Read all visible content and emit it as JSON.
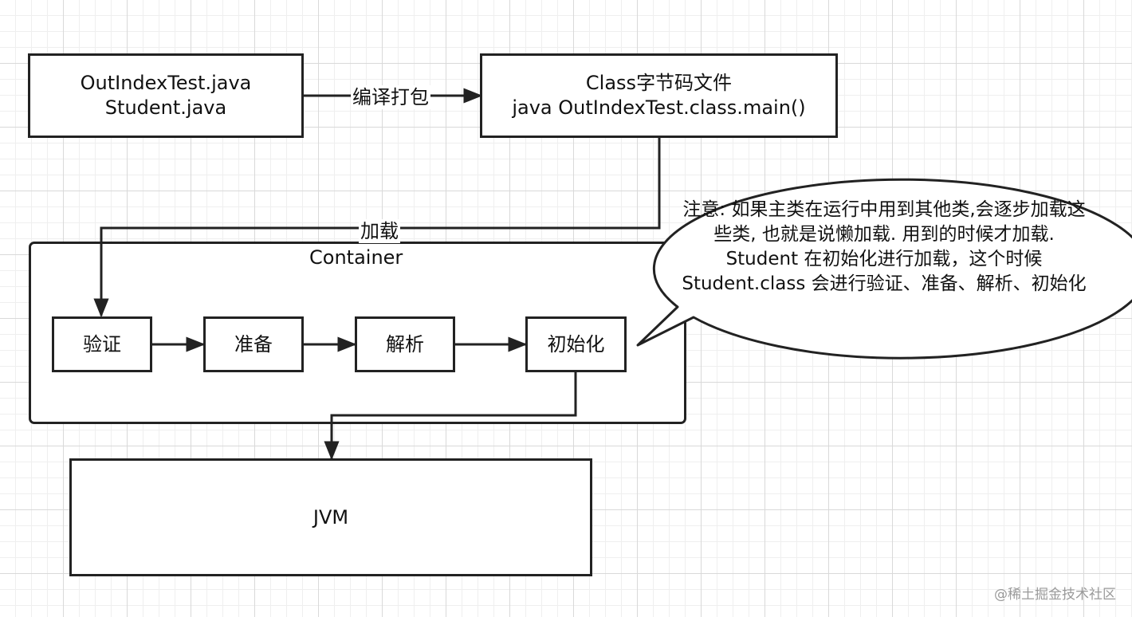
{
  "source_box": {
    "line1": "OutIndexTest.java",
    "line2": "Student.java"
  },
  "compile_label": "编译打包",
  "class_box": {
    "line1": "Class字节码文件",
    "line2": "java OutIndexTest.class.main()"
  },
  "load_label": "加载",
  "container": {
    "title": "Container",
    "steps": [
      "验证",
      "准备",
      "解析",
      "初始化"
    ]
  },
  "note": {
    "lines": [
      "注意: 如果主类在运行中用到其他类,会逐步加载这",
      "些类, 也就是说懒加载. 用到的时候才加载.",
      "Student 在初始化进行加载，这个时候",
      "Student.class 会进行验证、准备、解析、初始化"
    ]
  },
  "jvm_box": {
    "label": "JVM"
  },
  "watermark": "@稀土掘金技术社区",
  "colors": {
    "stroke": "#222222",
    "grid": "#d9d9d9",
    "background": "#ffffff"
  }
}
